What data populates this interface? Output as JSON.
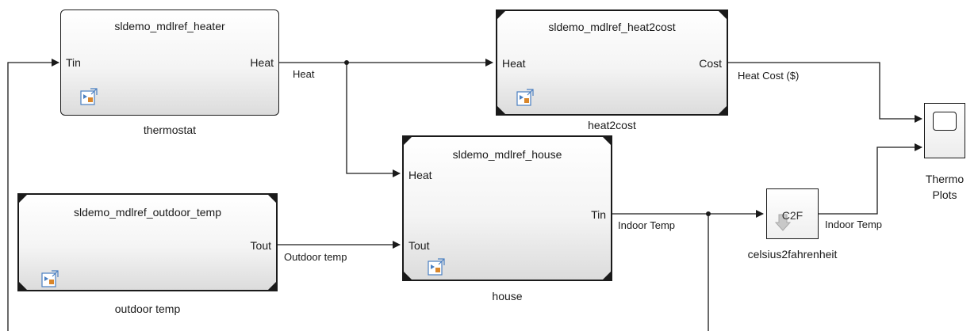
{
  "blocks": {
    "thermostat": {
      "model": "sldemo_mdlref_heater",
      "in_port": "Tin",
      "out_port": "Heat",
      "label": "thermostat"
    },
    "heat2cost": {
      "model": "sldemo_mdlref_heat2cost",
      "in_port": "Heat",
      "out_port": "Cost",
      "label": "heat2cost"
    },
    "house": {
      "model": "sldemo_mdlref_house",
      "in_port_1": "Heat",
      "in_port_2": "Tout",
      "out_port": "Tin",
      "label": "house"
    },
    "outdoor_temp": {
      "model": "sldemo_mdlref_outdoor_temp",
      "out_port": "Tout",
      "label": "outdoor temp"
    },
    "celsius2fahrenheit": {
      "text": "C2F",
      "label": "celsius2fahrenheit"
    },
    "thermo_plots": {
      "label_line1": "Thermo",
      "label_line2": "Plots"
    }
  },
  "signals": {
    "heat": "Heat",
    "heat_cost": "Heat Cost ($)",
    "outdoor_temp": "Outdoor temp",
    "indoor_temp_1": "Indoor Temp",
    "indoor_temp_2": "Indoor Temp"
  },
  "icons": {
    "model_reference": "model-reference-icon",
    "scope": "scope-icon",
    "conversion": "conversion-arrow-icon"
  },
  "colors": {
    "line": "#1a1a1a",
    "block_bg_top": "#ffffff",
    "block_bg_bottom": "#dcdcdc",
    "mref_icon_blue": "#4a7fc1",
    "mref_icon_orange": "#d9862b"
  }
}
